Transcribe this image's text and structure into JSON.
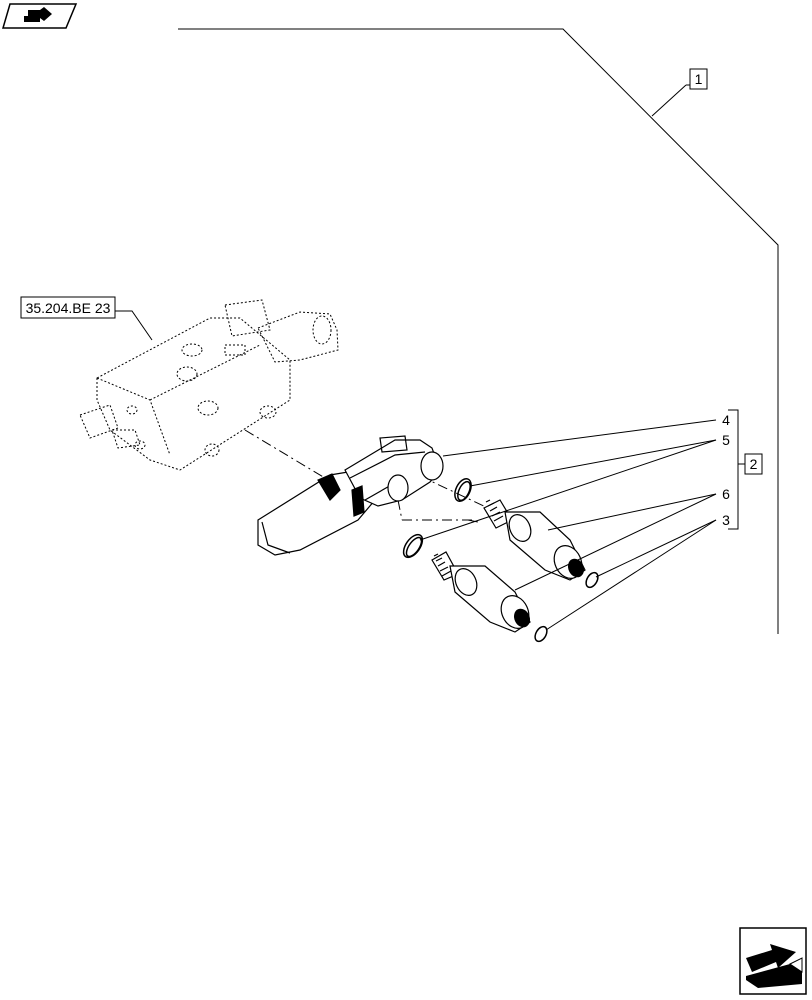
{
  "reference": {
    "label": "35.204.BE 23"
  },
  "callouts": {
    "item_1": "1",
    "item_2": "2",
    "item_3": "3",
    "item_4": "4",
    "item_5": "5",
    "item_6": "6"
  },
  "icons": {
    "top_left": "previous-page-icon",
    "bottom_right": "next-page-icon"
  },
  "colors": {
    "line": "#000000",
    "background": "#ffffff"
  }
}
